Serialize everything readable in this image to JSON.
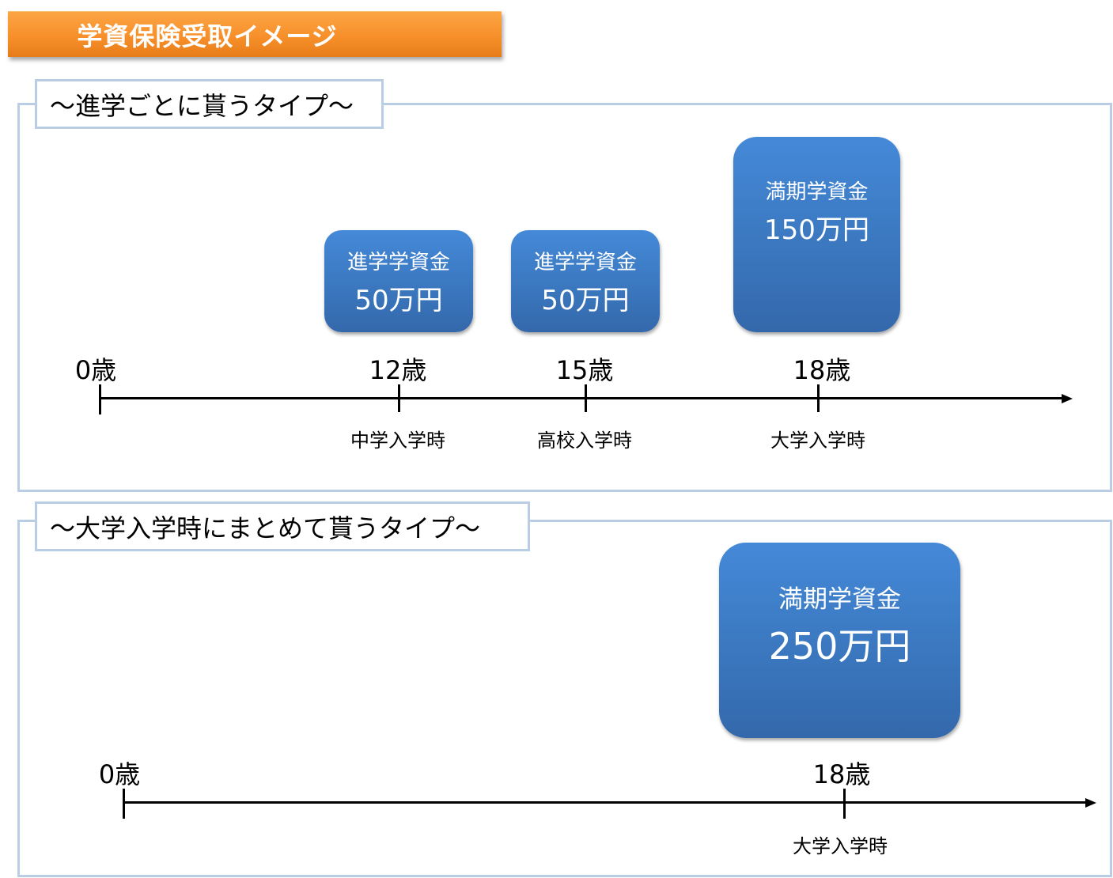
{
  "title": "学資保険受取イメージ",
  "panel1": {
    "label": "～進学ごとに貰うタイプ～",
    "boxes": [
      {
        "line1": "進学学資金",
        "line2": "50万円"
      },
      {
        "line1": "進学学資金",
        "line2": "50万円"
      },
      {
        "line1": "満期学資金",
        "line2": "150万円"
      }
    ],
    "ages": [
      "0歳",
      "12歳",
      "15歳",
      "18歳"
    ],
    "events": [
      "中学入学時",
      "高校入学時",
      "大学入学時"
    ]
  },
  "panel2": {
    "label": "～大学入学時にまとめて貰うタイプ～",
    "box": {
      "line1": "満期学資金",
      "line2": "250万円"
    },
    "ages": [
      "0歳",
      "18歳"
    ],
    "events": [
      "大学入学時"
    ]
  },
  "colors": {
    "title": "#f7902a",
    "box": "#3a76bd",
    "border": "#b9cde4"
  }
}
